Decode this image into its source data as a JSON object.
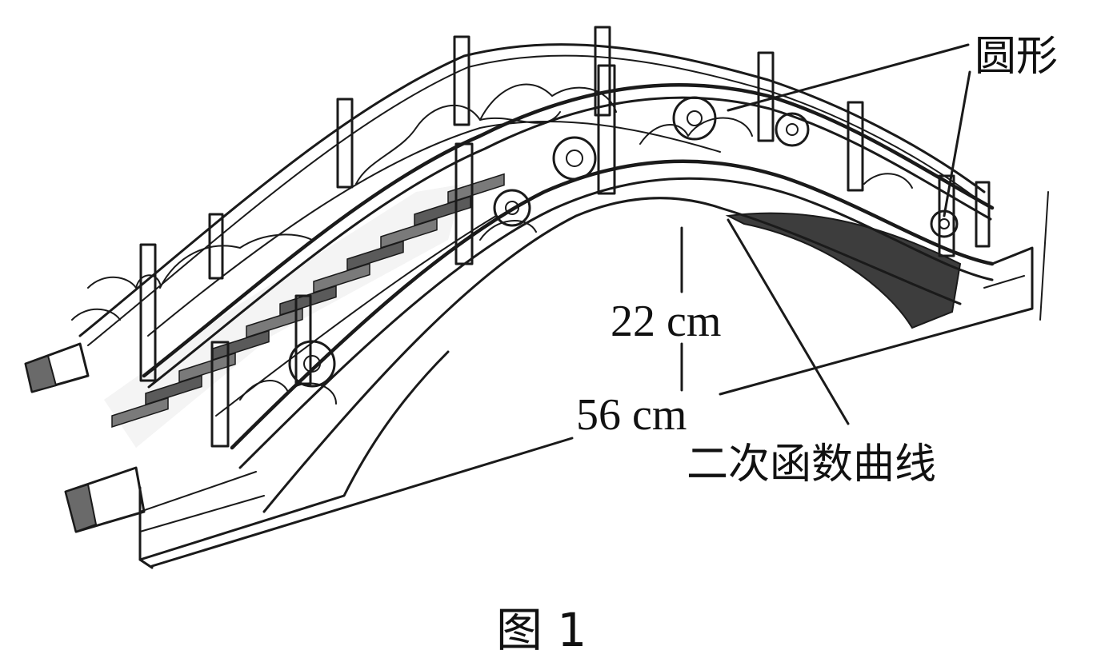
{
  "labels": {
    "circle": "圆形",
    "height": "22 cm",
    "span": "56 cm",
    "parabola": "二次函数曲线",
    "caption": "图 1"
  },
  "colors": {
    "ink": "#1a1a1a",
    "stair_shadow": "#5a5a5a",
    "arch_shadow": "#3d3d3d",
    "paper": "#ffffff"
  }
}
